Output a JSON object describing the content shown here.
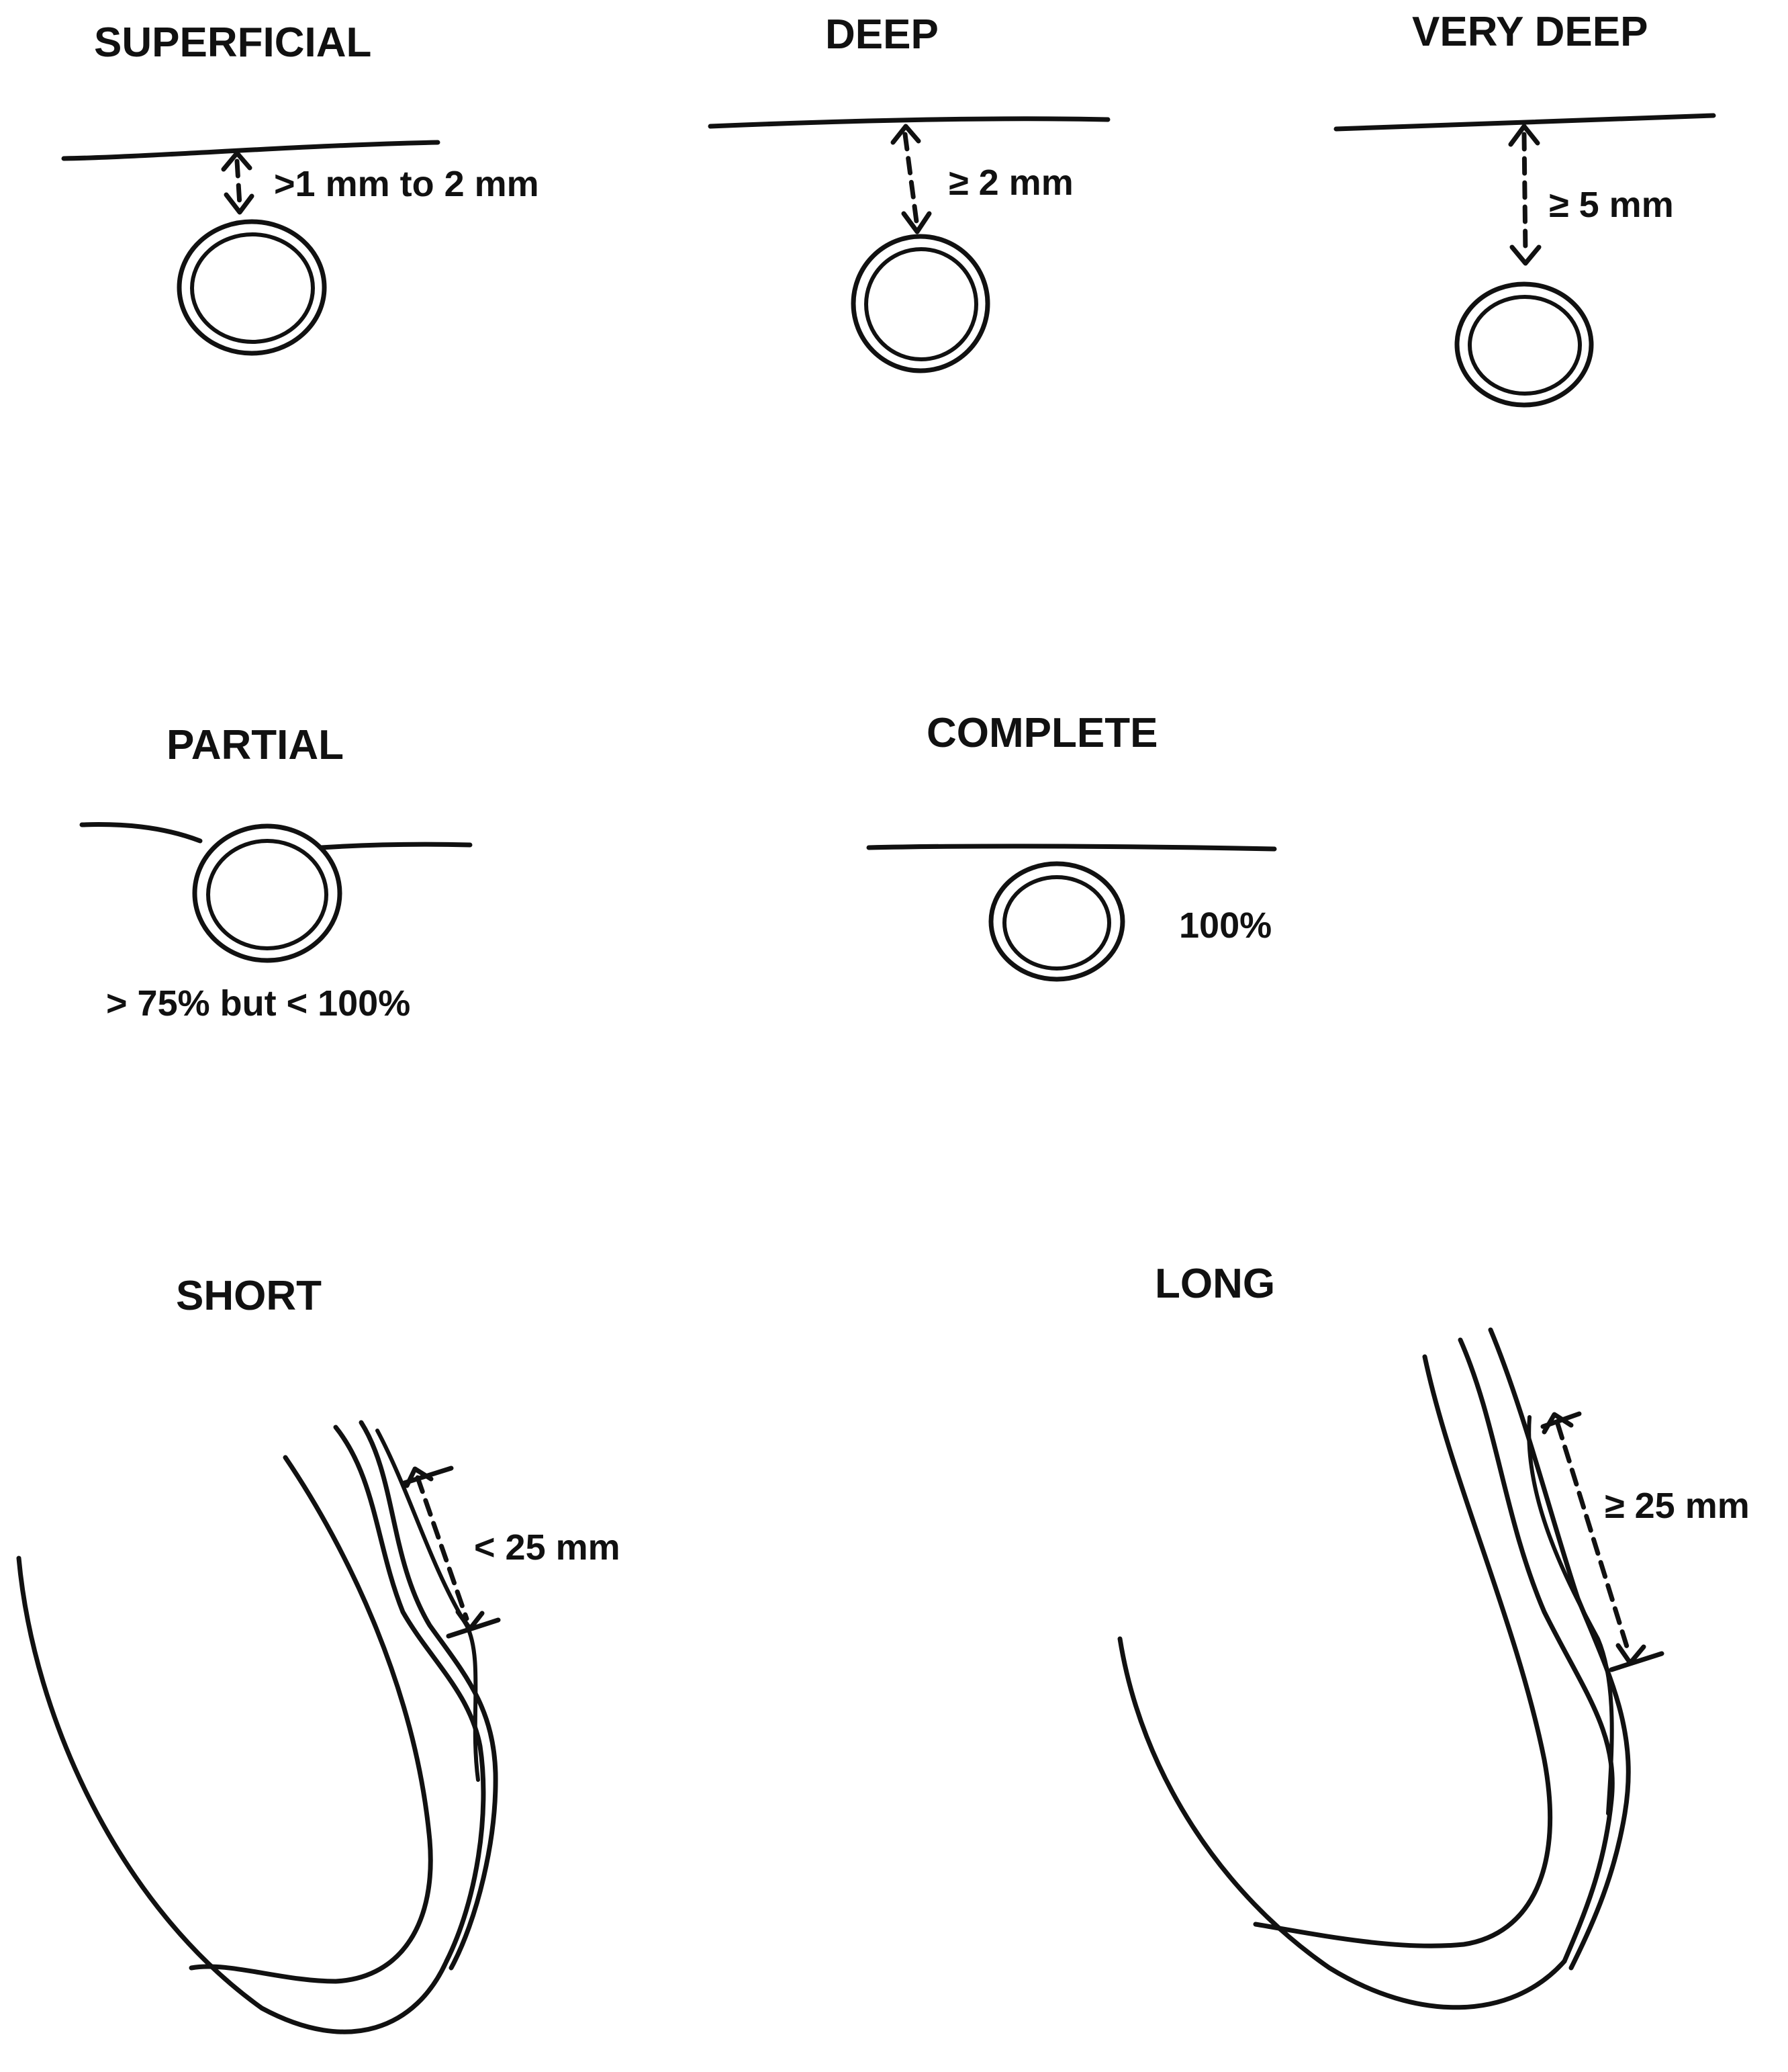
{
  "depth": {
    "superficial": {
      "title": "SUPERFICIAL",
      "measure": ">1 mm to 2 mm"
    },
    "deep": {
      "title": "DEEP",
      "measure": "≥ 2 mm"
    },
    "very_deep": {
      "title": "VERY DEEP",
      "measure": "≥ 5 mm"
    }
  },
  "encasement": {
    "partial": {
      "title": "PARTIAL",
      "measure": "> 75% but < 100%"
    },
    "complete": {
      "title": "COMPLETE",
      "measure": "100%"
    }
  },
  "length": {
    "short": {
      "title": "SHORT",
      "measure": "< 25 mm"
    },
    "long": {
      "title": "LONG",
      "measure": "≥ 25 mm"
    }
  }
}
